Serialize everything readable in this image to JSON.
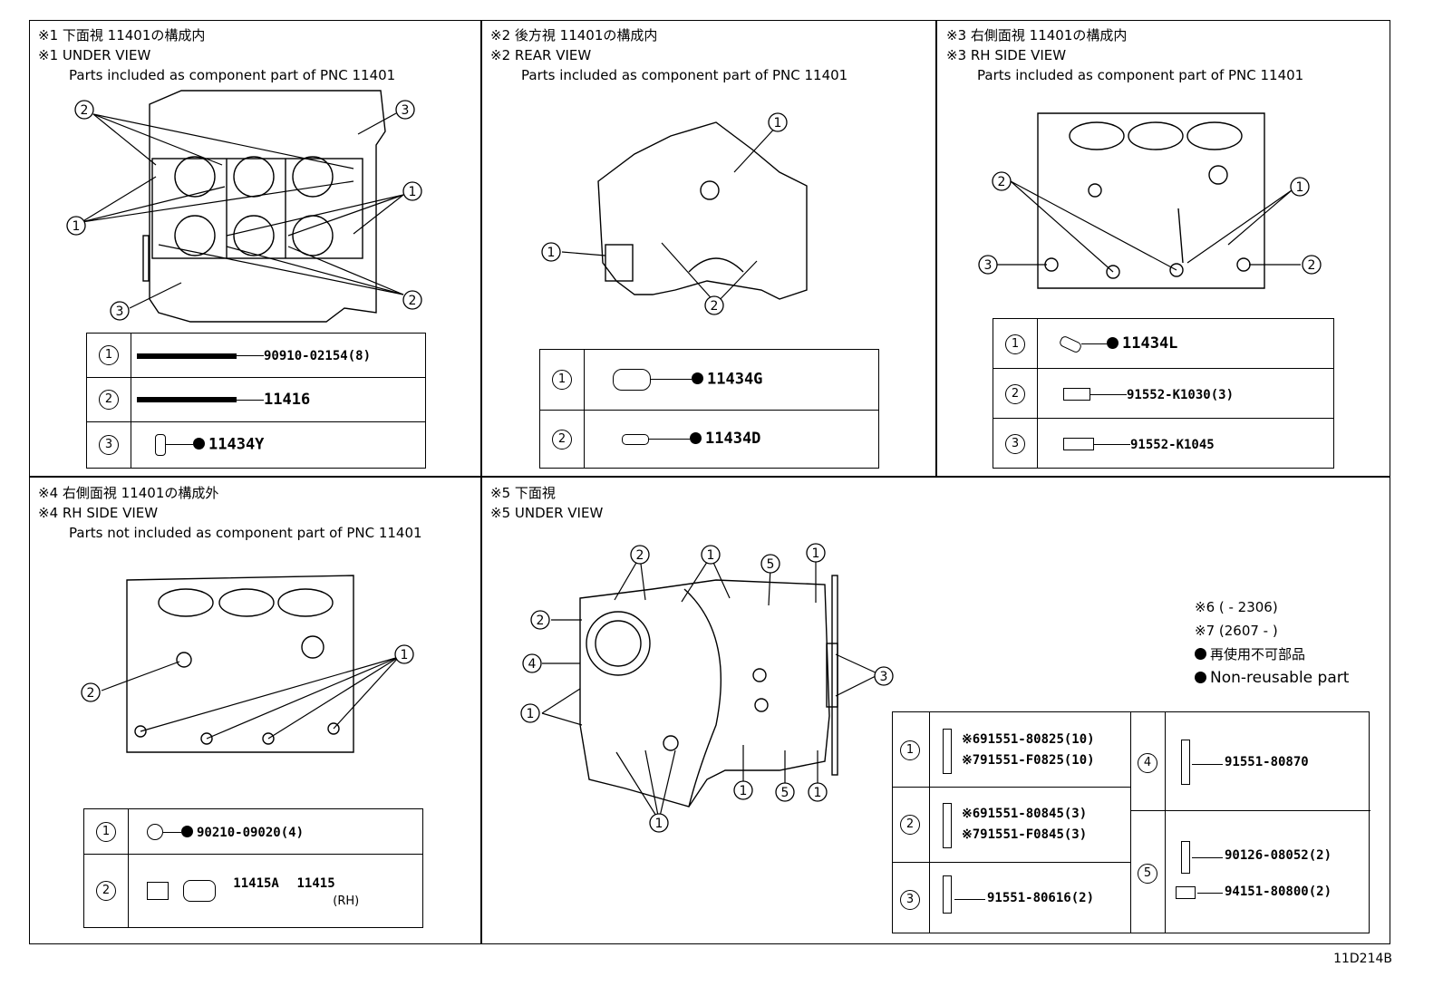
{
  "panels": [
    {
      "title": "※1 下面視 11401の構成内",
      "view": "※1 UNDER VIEW",
      "note": "Parts included as component part of PNC 11401"
    },
    {
      "title": "※2 後方視 11401の構成内",
      "view": "※2 REAR VIEW",
      "note": "Parts included as component part of PNC 11401"
    },
    {
      "title": "※3 右側面視 11401の構成内",
      "view": "※3 RH SIDE VIEW",
      "note": "Parts included as component part of PNC 11401"
    },
    {
      "title": "※4 右側面視 11401の構成外",
      "view": "※4 RH SIDE VIEW",
      "note": "Parts not included as component part of PNC 11401"
    },
    {
      "title": "※5 下面視",
      "view": "※5 UNDER VIEW",
      "note": ""
    }
  ],
  "callouts": {
    "one": "1",
    "two": "2",
    "three": "3",
    "four": "4",
    "five": "5"
  },
  "table1": {
    "r1": "90910-02154(8)",
    "r2": "11416",
    "r3": "11434Y"
  },
  "table2": {
    "r1": "11434G",
    "r2": "11434D"
  },
  "table3": {
    "r1": "11434L",
    "r2": "91552-K1030(3)",
    "r3": "91552-K1045"
  },
  "table4": {
    "r1": "90210-09020(4)",
    "r2a": "11415A",
    "r2b": "11415",
    "r2c": "(RH)"
  },
  "table5": {
    "r1a": "※691551-80825(10)",
    "r1b": "※791551-F0825(10)",
    "r2a": "※691551-80845(3)",
    "r2b": "※791551-F0845(3)",
    "r3": "91551-80616(2)",
    "r4": "91551-80870",
    "r5a": "90126-08052(2)",
    "r5b": "94151-80800(2)"
  },
  "legend": {
    "l1": "※6 (        - 2306)",
    "l2": "※7 (2607 -        )",
    "l3": "再使用不可部品",
    "l4": "Non-reusable part"
  },
  "figure_code": "11D214B"
}
